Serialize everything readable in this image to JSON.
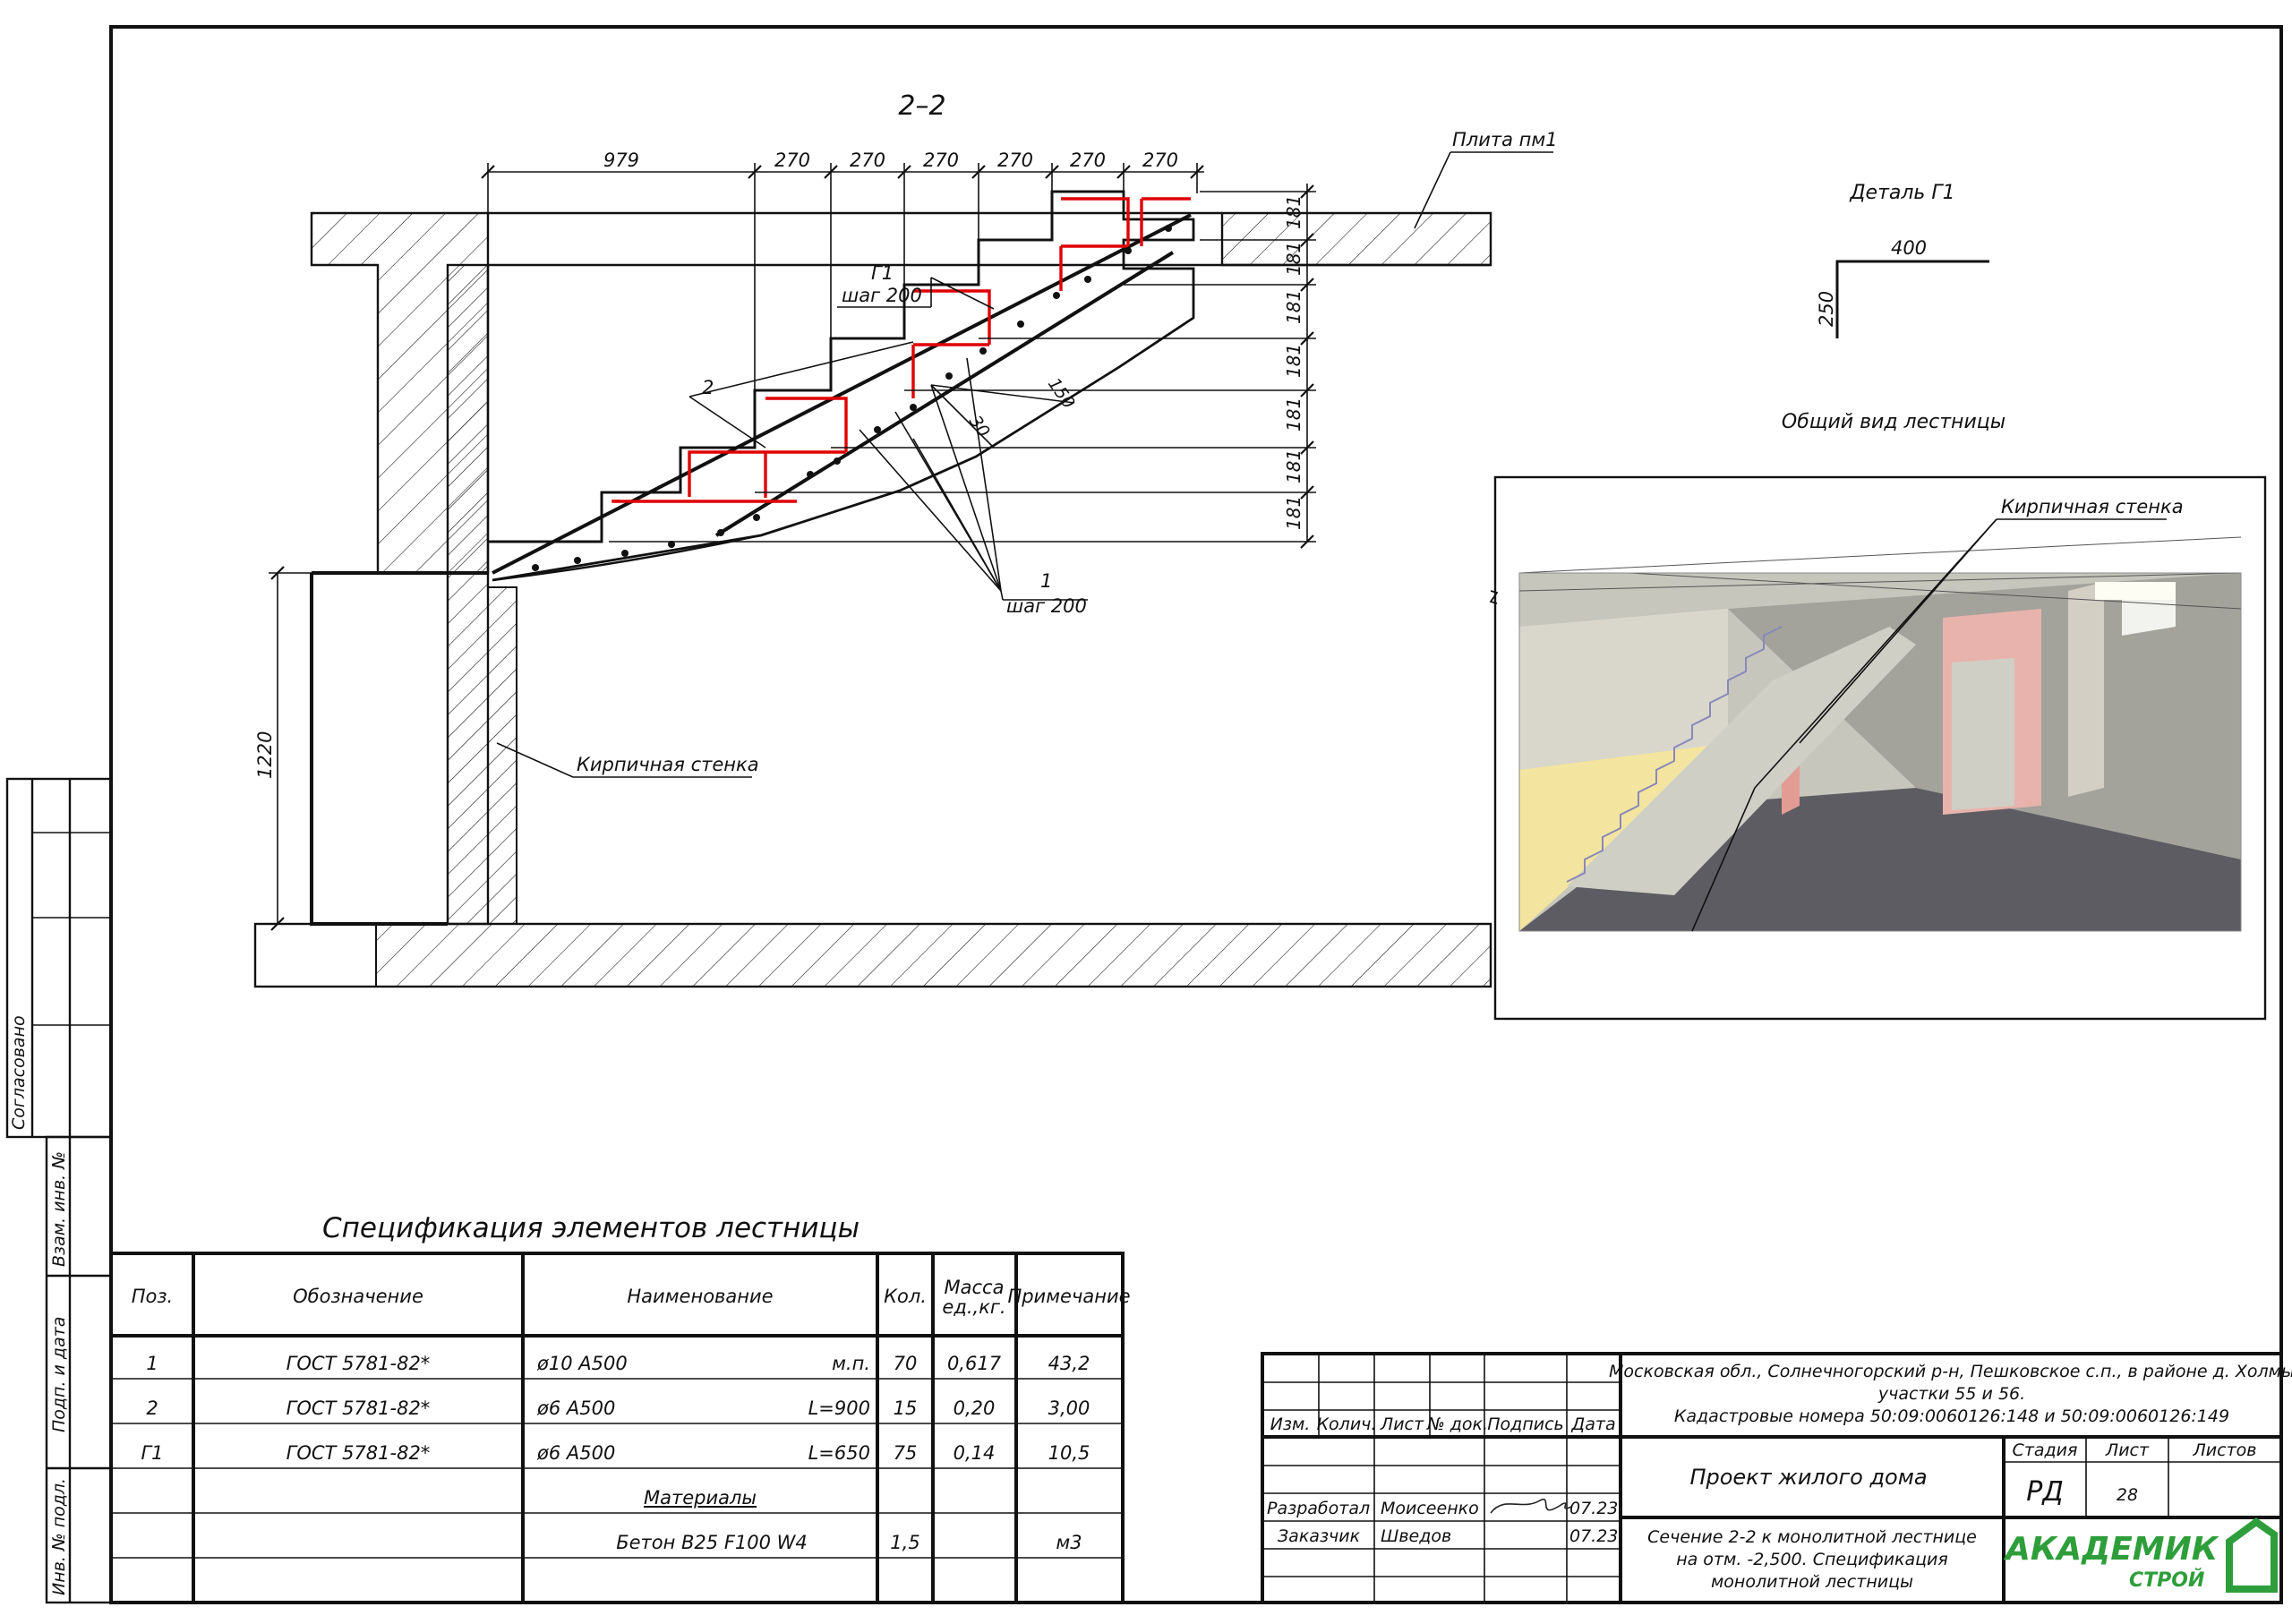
{
  "section_title": "2–2",
  "dimensions_top": [
    "979",
    "270",
    "270",
    "270",
    "270",
    "270",
    "270"
  ],
  "dimensions_right": [
    "181",
    "181",
    "181",
    "181",
    "181",
    "181",
    "181"
  ],
  "dimension_height": "1220",
  "labels": {
    "slab": "Плита пм1",
    "brick_wall": "Кирпичная стенка",
    "g1": "Г1",
    "g1_step": "шаг 200",
    "pos2": "2",
    "pos1": "1",
    "pos1_step": "шаг 200",
    "dim150": "150",
    "dim30": "30"
  },
  "detail": {
    "title": "Деталь Г1",
    "width": "400",
    "height": "250"
  },
  "view3d": {
    "title": "Общий вид лестницы",
    "callout": "Кирпичная стенка"
  },
  "left_stamp": {
    "agreed": "Согласовано",
    "inv_repl": "Взам. инв. №",
    "sign_date": "Подп. и дата",
    "inv_orig": "Инв. № подл."
  },
  "spec": {
    "title": "Спецификация элементов лестницы",
    "headers": {
      "pos": "Поз.",
      "designation": "Обозначение",
      "name": "Наименование",
      "qty": "Кол.",
      "mass_1": "Масса",
      "mass_2": "ед.,кг.",
      "note": "Примечание"
    },
    "rows": [
      {
        "pos": "1",
        "designation": "ГОСТ 5781-82*",
        "name": "ø10 А500",
        "dim": "м.п.",
        "qty": "70",
        "mass": "0,617",
        "note": "43,2"
      },
      {
        "pos": "2",
        "designation": "ГОСТ 5781-82*",
        "name": "ø6 А500",
        "dim": "L=900",
        "qty": "15",
        "mass": "0,20",
        "note": "3,00"
      },
      {
        "pos": "Г1",
        "designation": "ГОСТ 5781-82*",
        "name": "ø6 А500",
        "dim": "L=650",
        "qty": "75",
        "mass": "0,14",
        "note": "10,5"
      }
    ],
    "materials_header": "Материалы",
    "material": {
      "name": "Бетон B25 F100 W4",
      "qty": "1,5",
      "note": "м3"
    }
  },
  "title_block": {
    "address_1": "Московская обл., Солнечногорский р-н, Пешковское с.п., в районе д. Холмы",
    "address_2": "участки 55 и 56.",
    "address_3": "Кадастровые номера 50:09:0060126:148 и 50:09:0060126:149",
    "col_izm": "Изм.",
    "col_kol": "Колич.",
    "col_list": "Лист",
    "col_doc": "№ док.",
    "col_sign": "Подпись",
    "col_date": "Дата",
    "developed_label": "Разработал",
    "developed_name": "Моисеенко",
    "developed_date": "07.23",
    "client_label": "Заказчик",
    "client_name": "Шведов",
    "client_date": "07.23",
    "project": "Проект жилого дома",
    "stage_label": "Стадия",
    "sheet_label": "Лист",
    "sheets_label": "Листов",
    "stage": "РД",
    "sheet": "28",
    "sheet_title_1": "Сечение 2-2 к монолитной лестнице",
    "sheet_title_2": "на отм. -2,500. Спецификация",
    "sheet_title_3": "монолитной лестницы",
    "logo_main": "АКАДЕМИК",
    "logo_sub": "СТРОЙ",
    "logo_color": "#2e9e3a"
  }
}
